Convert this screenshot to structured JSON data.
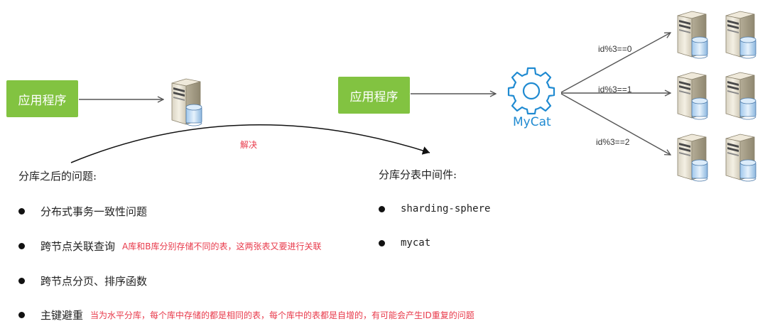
{
  "left_diagram": {
    "app_label": "应用程序"
  },
  "right_diagram": {
    "app_label": "应用程序",
    "middleware_label": "MyCat",
    "routes": [
      "id%3==0",
      "id%3==1",
      "id%3==2"
    ]
  },
  "transition_label": "解决",
  "problems": {
    "heading": "分库之后的问题:",
    "items": [
      {
        "text": "分布式事务一致性问题",
        "note": ""
      },
      {
        "text": "跨节点关联查询",
        "note": "A库和B库分别存储不同的表，这两张表又要进行关联"
      },
      {
        "text": "跨节点分页、排序函数",
        "note": ""
      },
      {
        "text": "主键避重",
        "note": "当为水平分库，每个库中存储的都是相同的表，每个库中的表都是自增的，有可能会产生ID重复的问题"
      }
    ]
  },
  "middleware": {
    "heading": "分库分表中间件:",
    "items": [
      "sharding-sphere",
      "mycat"
    ]
  },
  "colors": {
    "app_box": "#82c341",
    "accent_blue": "#1f8ad1",
    "note_red": "#e8394a"
  }
}
